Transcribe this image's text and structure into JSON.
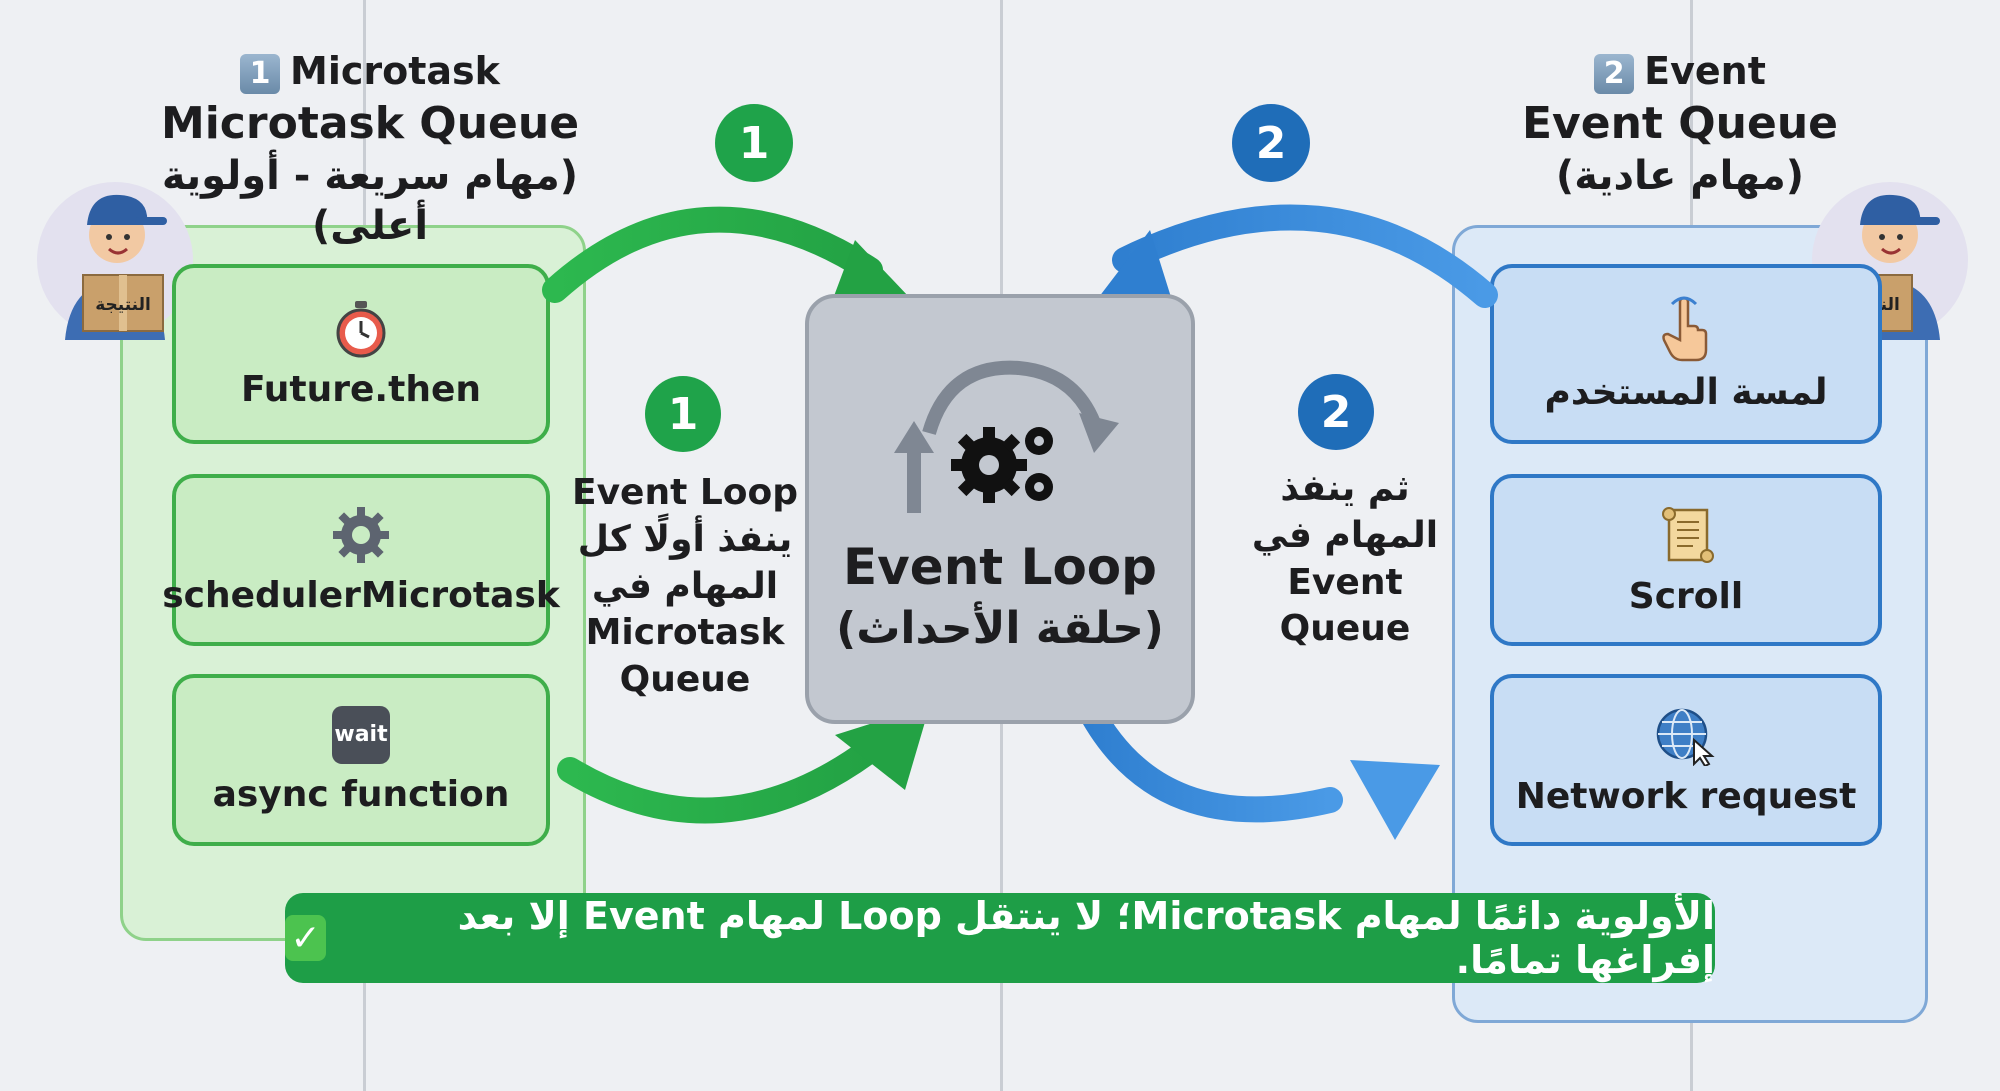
{
  "microtask_header": {
    "badge": "1",
    "line1": "Microtask",
    "line2": "Microtask Queue",
    "line3": "(مهام سريعة - أولوية أعلى)"
  },
  "event_header": {
    "badge": "2",
    "line1": "Event",
    "line2": "Event Queue",
    "line3": "(مهام عادية)"
  },
  "microtask_items": [
    {
      "label": "Future.then",
      "icon": "stopwatch-icon"
    },
    {
      "label": "schedulerMicrotask",
      "icon": "gear-icon"
    },
    {
      "label": "async function",
      "icon": "wait-icon",
      "icon_text": "wait"
    }
  ],
  "event_items": [
    {
      "label": "لمسة المستخدم",
      "icon": "hand-pointer-icon"
    },
    {
      "label": "Scroll",
      "icon": "scroll-icon"
    },
    {
      "label": "Network request",
      "icon": "globe-icon"
    }
  ],
  "event_loop": {
    "title": "Event Loop",
    "subtitle": "(حلقة الأحداث)"
  },
  "step1": {
    "number": "1",
    "lines": [
      "Event Loop",
      "ينفذ أولًا كل",
      "المهام في",
      "Microtask",
      "Queue"
    ]
  },
  "step2": {
    "number": "2",
    "lines": [
      "ثم ينفذ",
      "المهام في",
      "Event",
      "Queue"
    ]
  },
  "delivery_box_label": "النتيجة",
  "banner": {
    "check": "✓",
    "text": "الأولوية دائمًا لمهام Microtask؛ لا ينتقل Loop لمهام Event إلا بعد إفراغها تمامًا."
  },
  "colors": {
    "green": "#1fa34a",
    "blue": "#1f6db8",
    "banner": "#1e9e47"
  }
}
